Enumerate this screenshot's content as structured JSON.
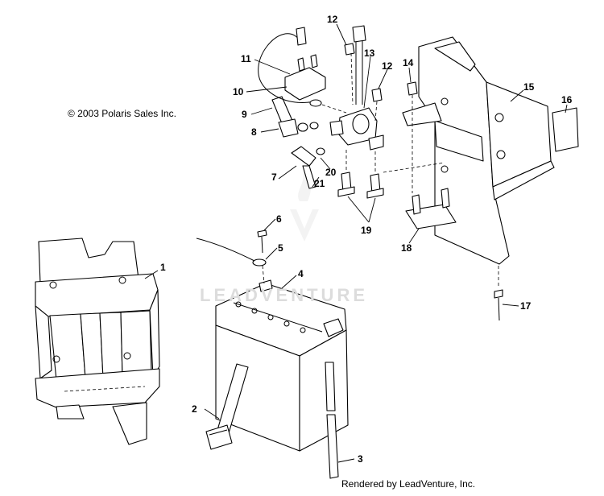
{
  "copyright": "© 2003 Polaris Sales Inc.",
  "credit": "Rendered by LeadVenture, Inc.",
  "watermark": "LEADVENTURE",
  "callouts": [
    "1",
    "2",
    "3",
    "4",
    "5",
    "6",
    "7",
    "8",
    "9",
    "10",
    "11",
    "12",
    "12",
    "13",
    "14",
    "15",
    "16",
    "17",
    "18",
    "19",
    "20",
    "21"
  ]
}
